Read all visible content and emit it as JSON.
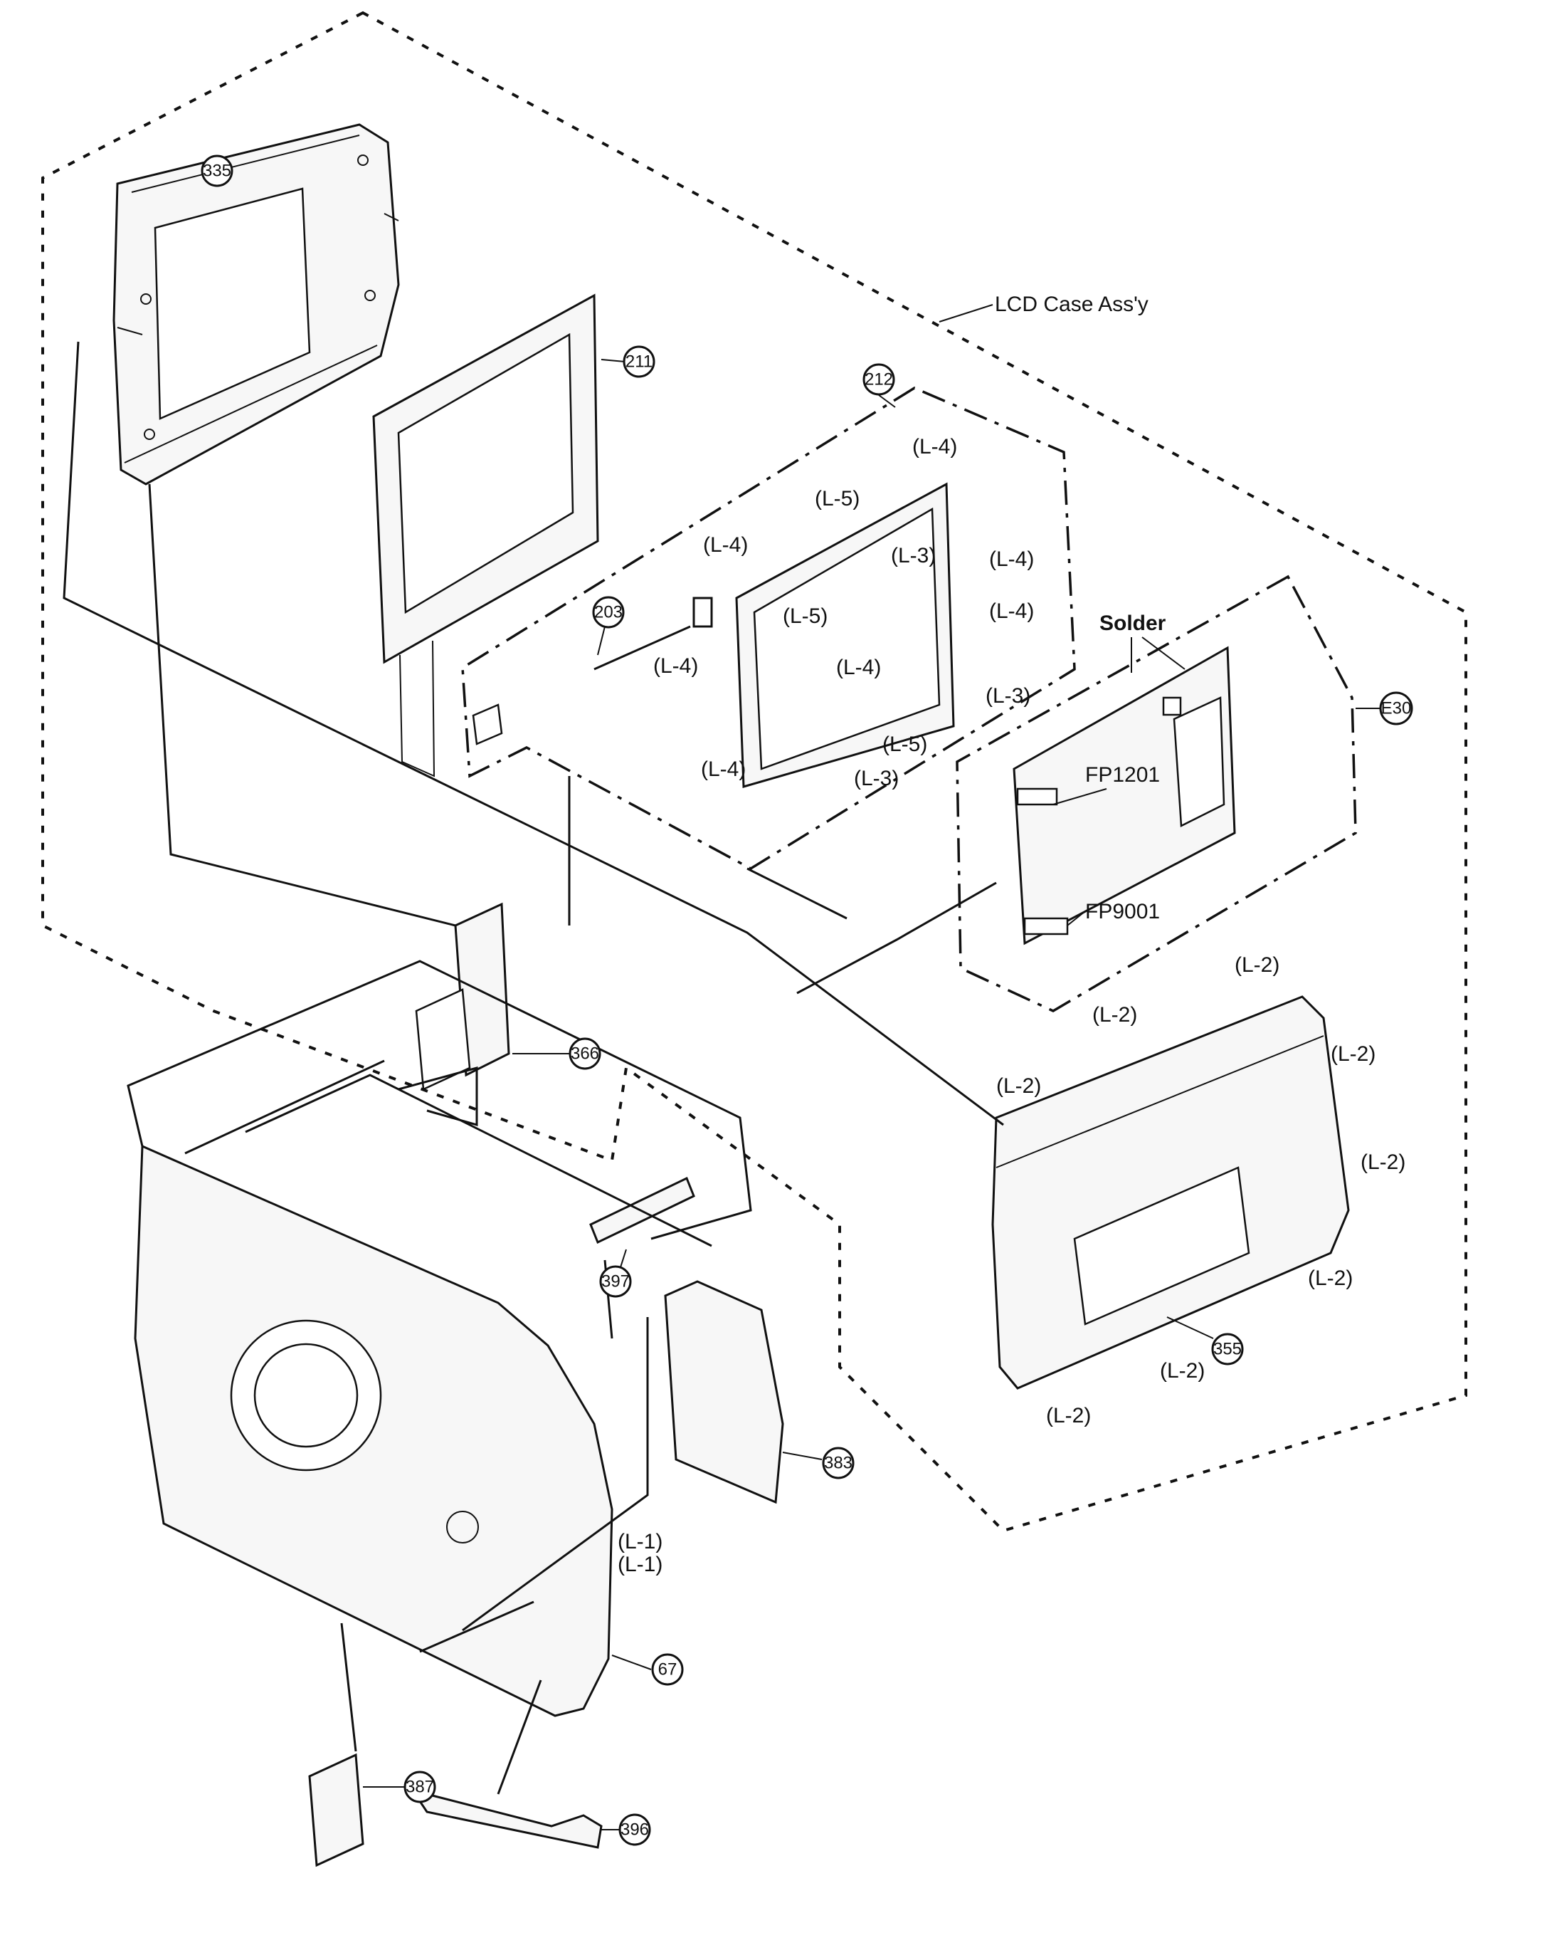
{
  "labels": {
    "lcd_case_assy": "LCD Case Ass'y",
    "solder": "Solder",
    "fp1201": "FP1201",
    "fp9001": "FP9001"
  },
  "part_numbers": [
    "335",
    "211",
    "212",
    "203",
    "E30",
    "366",
    "397",
    "355",
    "383",
    "67",
    "387",
    "396"
  ],
  "screw_labels": {
    "l1": "(L-1)",
    "l2": "(L-2)",
    "l3": "(L-3)",
    "l4": "(L-4)",
    "l5": "(L-5)"
  }
}
